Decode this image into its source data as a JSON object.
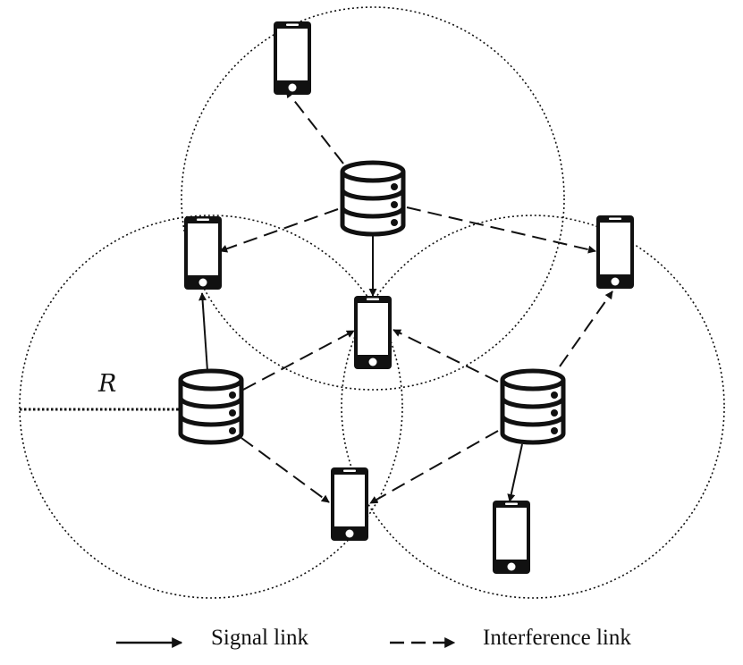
{
  "diagram": {
    "radius_label": "R",
    "legend": {
      "signal": "Signal link",
      "interference": "Interference link"
    },
    "colors": {
      "line": "#111111",
      "background": "#ffffff"
    },
    "icons": {
      "base_station": "database-cylinder-icon",
      "user": "smartphone-icon"
    },
    "cells": [
      {
        "name": "top-cell",
        "icon": "base_station"
      },
      {
        "name": "left-cell",
        "icon": "base_station"
      },
      {
        "name": "right-cell",
        "icon": "base_station"
      }
    ],
    "users": [
      {
        "name": "top-user"
      },
      {
        "name": "upper-left-user"
      },
      {
        "name": "upper-right-user"
      },
      {
        "name": "center-user"
      },
      {
        "name": "bottom-center-user"
      },
      {
        "name": "bottom-right-user"
      }
    ]
  }
}
